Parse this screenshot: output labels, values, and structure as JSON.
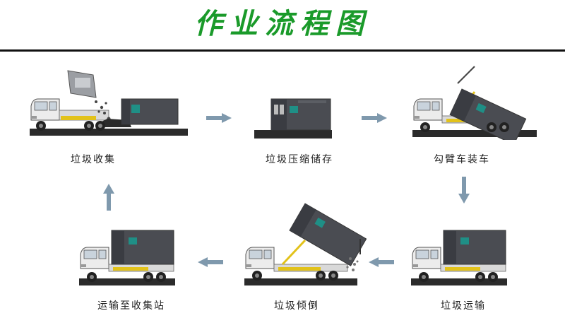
{
  "title": "作业流程图",
  "steps": [
    {
      "label": "垃圾收集"
    },
    {
      "label": "垃圾压缩储存"
    },
    {
      "label": "勾臂车装车"
    },
    {
      "label": "垃圾运输"
    },
    {
      "label": "垃圾倾倒"
    },
    {
      "label": "运输至收集站"
    }
  ],
  "colors": {
    "title": "#1a9a2a",
    "arrow": "#7f99ad",
    "container": "#4a4c52",
    "teal": "#1f8f86"
  }
}
